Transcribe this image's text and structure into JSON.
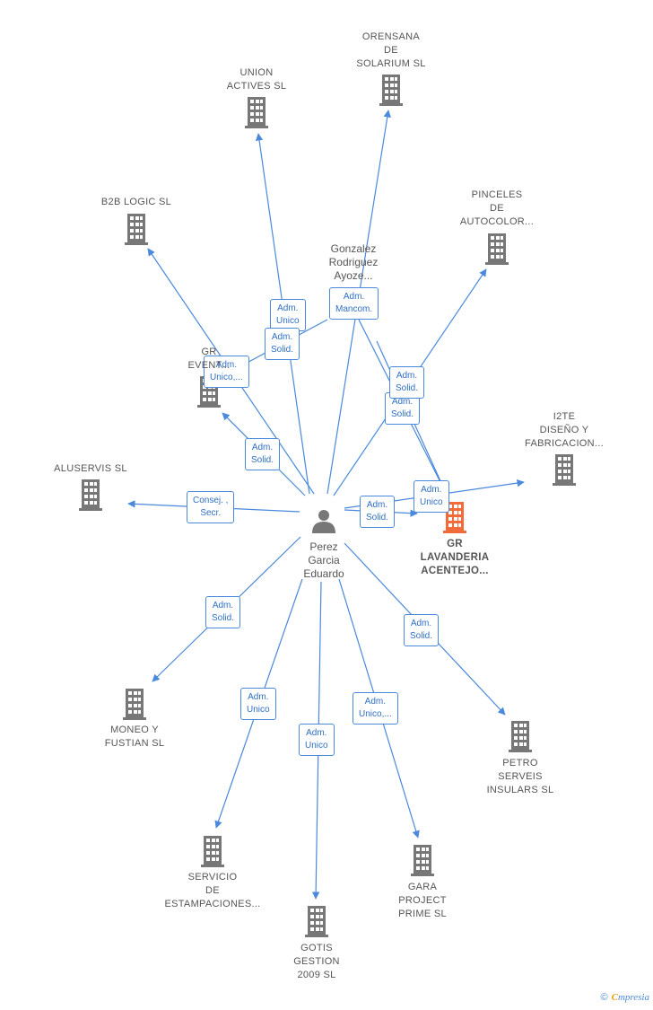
{
  "colors": {
    "edge": "#4a89dc",
    "company": "#777777",
    "main_company": "#f26b3a",
    "person": "#777777"
  },
  "persons": [
    {
      "id": "perez",
      "label": "Perez\nGarcia\nEduardo",
      "icon": "person-icon"
    },
    {
      "id": "gonzalez",
      "label": "Gonzalez\nRodriguez\nAyoze...",
      "icon": "none"
    }
  ],
  "companies": [
    {
      "id": "orensana",
      "label": "ORENSANA\nDE\nSOLARIUM  SL",
      "icon": "building-icon"
    },
    {
      "id": "union",
      "label": "UNION\nACTIVES SL",
      "icon": "building-icon"
    },
    {
      "id": "b2b",
      "label": "B2B LOGIC  SL",
      "icon": "building-icon"
    },
    {
      "id": "pinceles",
      "label": "PINCELES\nDE\nAUTOCOLOR...",
      "icon": "building-icon"
    },
    {
      "id": "greventos",
      "label": "GR\nEVENT...",
      "icon": "building-icon"
    },
    {
      "id": "i2te",
      "label": "I2TE\nDISEÑO Y\nFABRICACION...",
      "icon": "building-icon"
    },
    {
      "id": "aluservis",
      "label": "ALUSERVIS  SL",
      "icon": "building-icon"
    },
    {
      "id": "grlav",
      "label": "GR\nLAVANDERIA\nACENTEJO...",
      "icon": "building-icon",
      "main": true
    },
    {
      "id": "moneo",
      "label": "MONEO Y\nFUSTIAN  SL",
      "icon": "building-icon"
    },
    {
      "id": "petro",
      "label": "PETRO\nSERVEIS\nINSULARS  SL",
      "icon": "building-icon"
    },
    {
      "id": "servicio",
      "label": "SERVICIO\nDE\nESTAMPACIONES...",
      "icon": "building-icon"
    },
    {
      "id": "gara",
      "label": "GARA\nPROJECT\nPRIME  SL",
      "icon": "building-icon"
    },
    {
      "id": "gotis",
      "label": "GOTIS\nGESTION\n2009 SL",
      "icon": "building-icon"
    }
  ],
  "edges": [
    {
      "from": "perez",
      "to": "union",
      "label": "Adm.\nUnico"
    },
    {
      "from": "perez",
      "to": "orensana",
      "label": ""
    },
    {
      "from": "perez",
      "to": "b2b",
      "label": "Adm.\nSolid."
    },
    {
      "from": "perez",
      "to": "greventos",
      "label": "Adm.\nSolid."
    },
    {
      "from": "perez",
      "to": "pinceles",
      "label": "Adm.\nSolid."
    },
    {
      "from": "perez",
      "to": "i2te",
      "label": "Adm.\nUnico"
    },
    {
      "from": "perez",
      "to": "aluservis",
      "label": "Consej. ,\nSecr."
    },
    {
      "from": "perez",
      "to": "grlav",
      "label": "Adm.\nSolid."
    },
    {
      "from": "perez",
      "to": "moneo",
      "label": "Adm.\nSolid."
    },
    {
      "from": "perez",
      "to": "petro",
      "label": "Adm.\nSolid."
    },
    {
      "from": "perez",
      "to": "servicio",
      "label": "Adm.\nUnico"
    },
    {
      "from": "perez",
      "to": "gotis",
      "label": "Adm.\nUnico"
    },
    {
      "from": "perez",
      "to": "gara",
      "label": "Adm.\nUnico,..."
    },
    {
      "from": "gonzalez",
      "to": "greventos",
      "label": "Adm.\nUnico,..."
    },
    {
      "from": "gonzalez",
      "to": "grlav",
      "label": "Adm.\nMancom."
    },
    {
      "from": "gonzalez",
      "to": "grlav",
      "label": "Adm.\nSolid."
    }
  ],
  "footer": {
    "copyright": "©",
    "brand_first": "C",
    "brand_rest": "mpresia"
  }
}
